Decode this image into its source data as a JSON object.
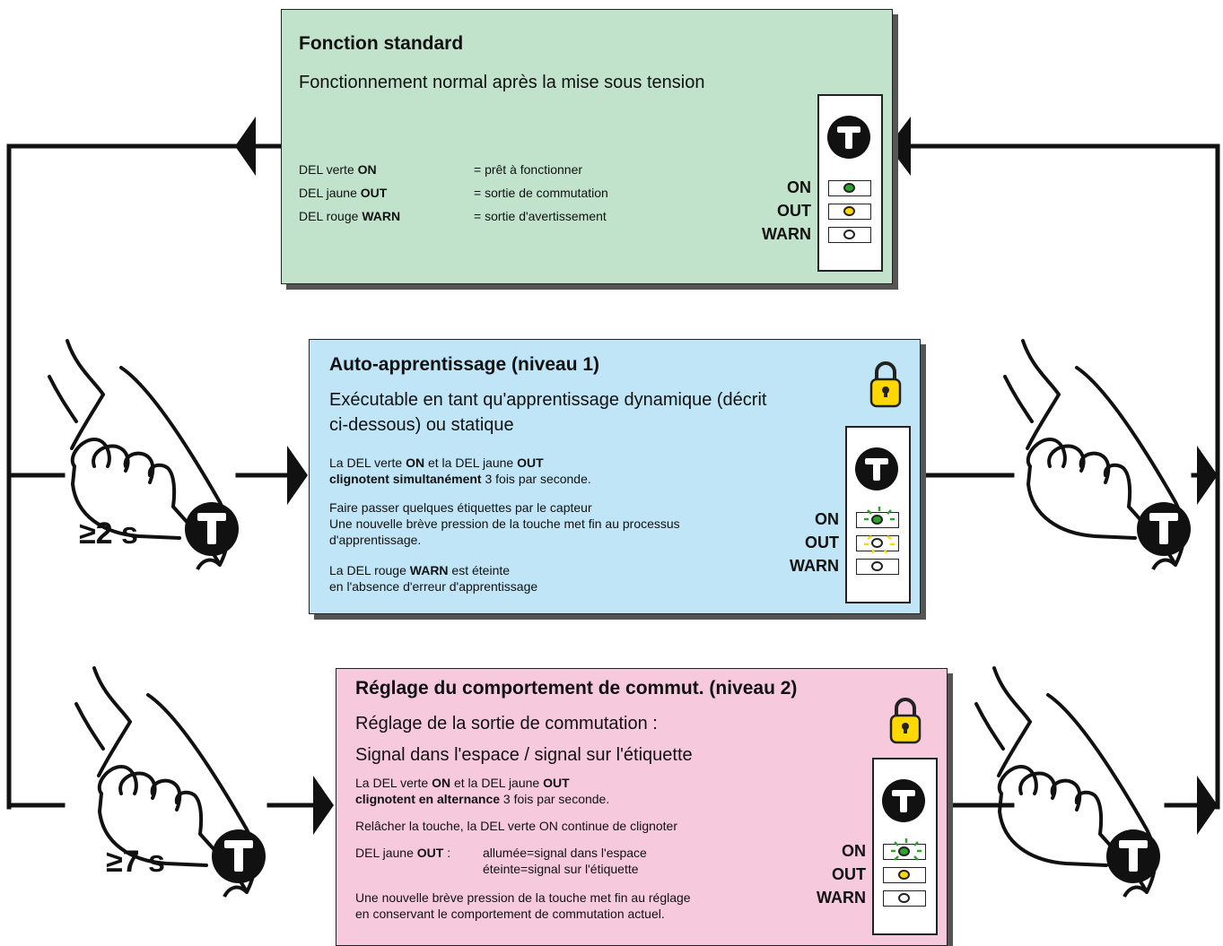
{
  "panels": {
    "standard": {
      "title": "Fonction standard",
      "subtitle": "Fonctionnement normal après la mise sous tension",
      "rows": [
        {
          "pre": "DEL verte ",
          "bold": "ON",
          "desc": "= prêt à fonctionner"
        },
        {
          "pre": "DEL jaune ",
          "bold": "OUT",
          "desc": "= sortie de commutation"
        },
        {
          "pre": "DEL rouge ",
          "bold": "WARN",
          "desc": "= sortie d'avertissement"
        }
      ]
    },
    "auto": {
      "title": "Auto-apprentissage (niveau 1)",
      "subtitle_line1": "Exécutable en tant qu'apprentissage dynamique (décrit",
      "subtitle_line2": "ci-dessous) ou statique",
      "p1_a": "La DEL verte ",
      "p1_b": "ON",
      "p1_c": " et la DEL jaune ",
      "p1_d": "OUT",
      "p1_e": "clignotent simultanément",
      "p1_f": " 3 fois par seconde.",
      "p2_1": "Faire passer quelques étiquettes par le capteur",
      "p2_2": "Une nouvelle brève pression de la touche met fin au processus",
      "p2_3": "d'apprentissage.",
      "p3_a": "La DEL rouge ",
      "p3_b": "WARN",
      "p3_c": " est éteinte",
      "p3_2": "en l'absence d'erreur d'apprentissage"
    },
    "reglage": {
      "title": "Réglage du comportement de commut. (niveau 2)",
      "subtitle_line1": "Réglage de la sortie de commutation :",
      "subtitle_line2": "Signal dans l'espace / signal sur l'étiquette",
      "p1_a": "La DEL verte ",
      "p1_b": "ON",
      "p1_c": " et la DEL jaune ",
      "p1_d": "OUT",
      "p1_e": "clignotent en alternance",
      "p1_f": " 3 fois par seconde.",
      "p2": "Relâcher la touche, la DEL verte ON continue de clignoter",
      "p3_a": "DEL jaune ",
      "p3_b": "OUT",
      "p3_c": " :",
      "p3_on": "allumée=signal dans l'espace",
      "p3_off": "éteinte=signal sur l'étiquette",
      "p4_1": "Une nouvelle brève pression de la touche met fin au réglage",
      "p4_2": "en conservant le comportement de commutation actuel."
    }
  },
  "led_labels": {
    "on": "ON",
    "out": "OUT",
    "warn": "WARN"
  },
  "durations": {
    "level1": "≥2 s",
    "level2": "≥7 s"
  },
  "colors": {
    "standard_bg": "#c1e3cc",
    "auto_bg": "#bfe5f7",
    "reglage_bg": "#f6c9dc",
    "led_green": "#2aa52a",
    "led_yellow": "#ffd800",
    "lock": "#ffd800"
  },
  "icons": [
    "teach-button-icon",
    "hand-press-icon",
    "padlock-icon",
    "arrow-icon"
  ]
}
